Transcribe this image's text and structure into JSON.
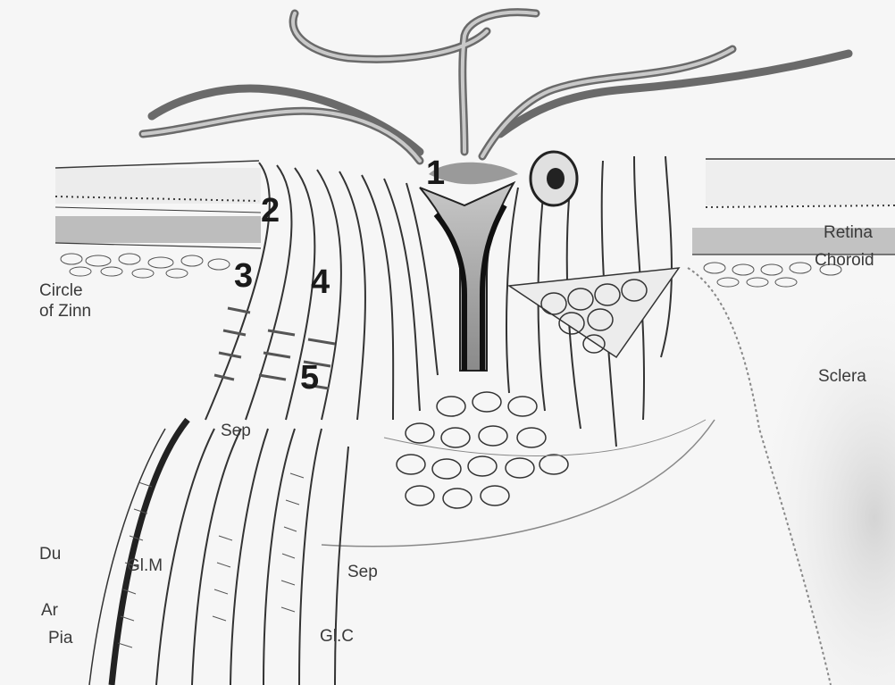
{
  "numbers": [
    "1",
    "2",
    "3",
    "4",
    "5"
  ],
  "labels": {
    "retina": "Retina",
    "choroid": "Choroid",
    "sclera": "Sclera",
    "circle_of_zinn_1": "Circle",
    "circle_of_zinn_2": "of Zinn",
    "sep_upper": "Sep",
    "sep_lower": "Sep",
    "du": "Du",
    "gl_m": "Gl.M",
    "ar": "Ar",
    "pia": "Pia",
    "gl_c": "Gl.C"
  },
  "colors": {
    "background": "#f6f6f6",
    "ink": "#2a2a2a",
    "shade": "#9a9a9a"
  }
}
